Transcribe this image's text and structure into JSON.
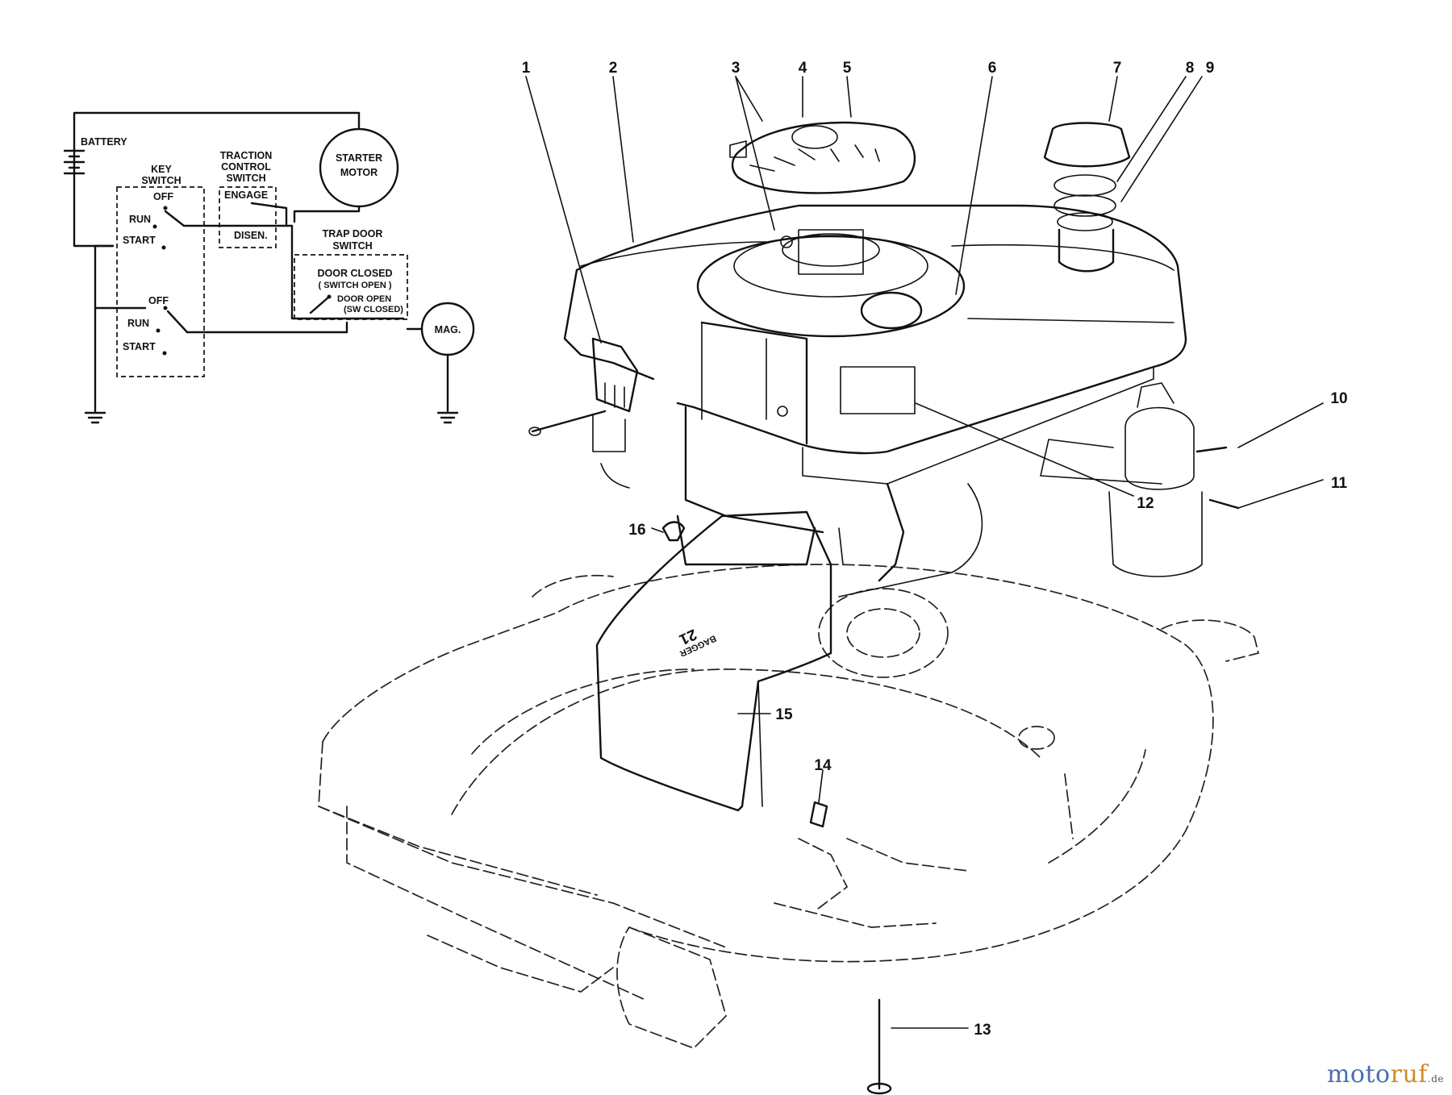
{
  "wiring": {
    "battery": "BATTERY",
    "starter_motor": [
      "STARTER",
      "MOTOR"
    ],
    "key_switch": [
      "KEY",
      "SWITCH"
    ],
    "key_positions": [
      "OFF",
      "RUN",
      "START"
    ],
    "traction_switch": [
      "TRACTION",
      "CONTROL",
      "SWITCH"
    ],
    "traction_positions": [
      "ENGAGE",
      "DISEN."
    ],
    "trap_door_switch": [
      "TRAP DOOR",
      "SWITCH"
    ],
    "door_closed": [
      "DOOR CLOSED",
      "( SWITCH OPEN )"
    ],
    "door_open": [
      "DOOR OPEN",
      "(SW CLOSED)"
    ],
    "mag": "MAG."
  },
  "callouts": [
    "1",
    "2",
    "3",
    "4",
    "5",
    "6",
    "7",
    "8",
    "9",
    "10",
    "11",
    "12",
    "13",
    "14",
    "15",
    "16"
  ],
  "shroud_badge": [
    "21",
    "BAGGER"
  ],
  "watermark": {
    "part1": "moto",
    "part2": "ruf",
    "part3": ".de"
  }
}
